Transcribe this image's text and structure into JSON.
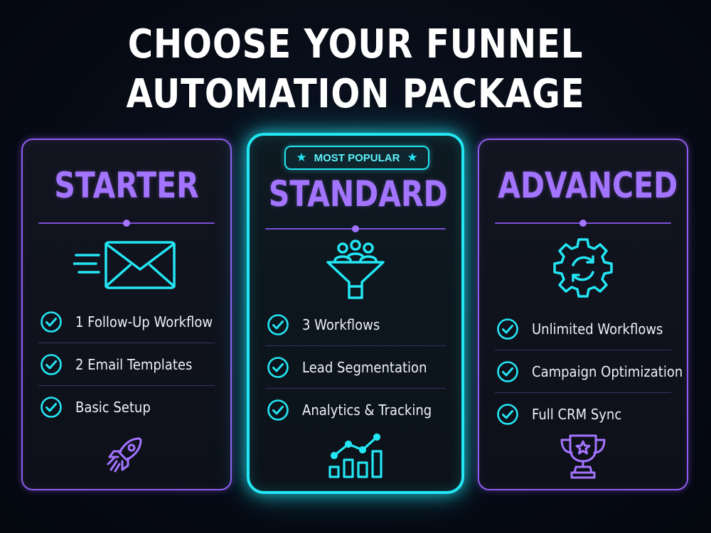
{
  "headline": {
    "line1": "CHOOSE YOUR FUNNEL",
    "line2": "AUTOMATION PACKAGE"
  },
  "colors": {
    "accent_purple": "#a374ff",
    "accent_cyan": "#23e6f4",
    "background": "#060a14"
  },
  "packages": [
    {
      "name": "STARTER",
      "icon": "envelope-icon",
      "features": [
        "1 Follow-Up Workflow",
        "2 Email Templates",
        "Basic Setup"
      ],
      "bottom_icon": "rocket-icon"
    },
    {
      "badge": "MOST POPULAR",
      "name": "STANDARD",
      "icon": "funnel-people-icon",
      "features": [
        "3 Workflows",
        "Lead Segmentation",
        "Analytics & Tracking"
      ],
      "bottom_icon": "growth-chart-icon"
    },
    {
      "name": "ADVANCED",
      "icon": "gear-sync-icon",
      "features": [
        "Unlimited Workflows",
        "Campaign Optimization",
        "Full CRM Sync"
      ],
      "bottom_icon": "trophy-icon"
    }
  ]
}
